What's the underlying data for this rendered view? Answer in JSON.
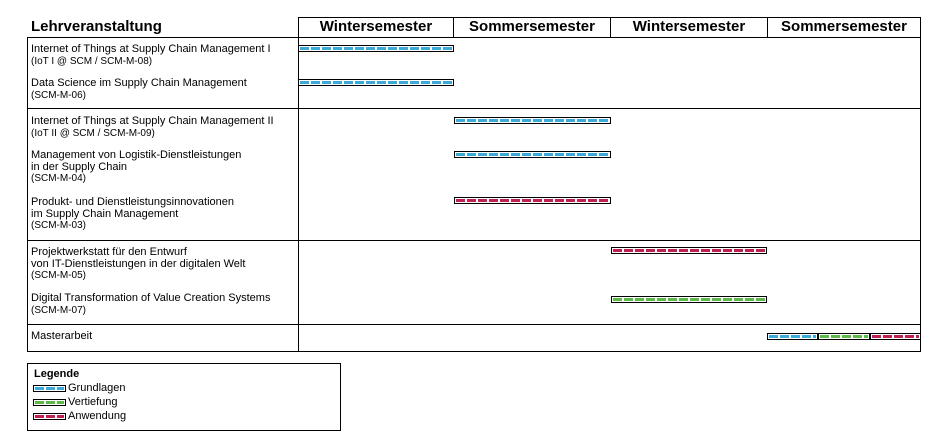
{
  "header": {
    "course_column": "Lehrveranstaltung",
    "semesters": [
      "Wintersemester",
      "Sommersemester",
      "Wintersemester",
      "Sommersemester"
    ]
  },
  "categories": {
    "grundlagen": {
      "label": "Grundlagen",
      "color": "#3aa8d8"
    },
    "vertiefung": {
      "label": "Vertiefung",
      "color": "#5cb848"
    },
    "anwendung": {
      "label": "Anwendung",
      "color": "#c02050"
    }
  },
  "courses": [
    {
      "title": "Internet of Things at Supply Chain Management I",
      "subtitle": "(IoT I @ SCM / SCM-M-08)",
      "bars": [
        {
          "semester": 1,
          "category": "grundlagen"
        }
      ]
    },
    {
      "title": "Data Science im Supply Chain Management",
      "subtitle": "(SCM-M-06)",
      "bars": [
        {
          "semester": 1,
          "category": "grundlagen"
        }
      ]
    },
    {
      "title": "Internet of Things at Supply Chain Management II",
      "subtitle": "(IoT II @ SCM / SCM-M-09)",
      "bars": [
        {
          "semester": 2,
          "category": "grundlagen"
        }
      ]
    },
    {
      "title": "Management von Logistik-Dienstleistungen\nin der Supply Chain",
      "subtitle": "(SCM-M-04)",
      "bars": [
        {
          "semester": 2,
          "category": "grundlagen"
        }
      ]
    },
    {
      "title": "Produkt- und Dienstleistungsinnovationen\nim Supply Chain Management",
      "subtitle": "(SCM-M-03)",
      "bars": [
        {
          "semester": 2,
          "category": "anwendung"
        }
      ]
    },
    {
      "title": "Projektwerkstatt für den Entwurf\nvon IT-Dienstleistungen in der digitalen Welt",
      "subtitle": "(SCM-M-05)",
      "bars": [
        {
          "semester": 3,
          "category": "anwendung"
        }
      ]
    },
    {
      "title": "Digital Transformation of Value Creation Systems",
      "subtitle": "(SCM-M-07)",
      "bars": [
        {
          "semester": 3,
          "category": "vertiefung"
        }
      ]
    },
    {
      "title": "Masterarbeit",
      "subtitle": "",
      "bars": [
        {
          "semester": 4,
          "part": 1,
          "parts": 3,
          "category": "grundlagen"
        },
        {
          "semester": 4,
          "part": 2,
          "parts": 3,
          "category": "vertiefung"
        },
        {
          "semester": 4,
          "part": 3,
          "parts": 3,
          "category": "anwendung"
        }
      ]
    }
  ],
  "legend": {
    "title": "Legende",
    "items": [
      "grundlagen",
      "vertiefung",
      "anwendung"
    ]
  }
}
